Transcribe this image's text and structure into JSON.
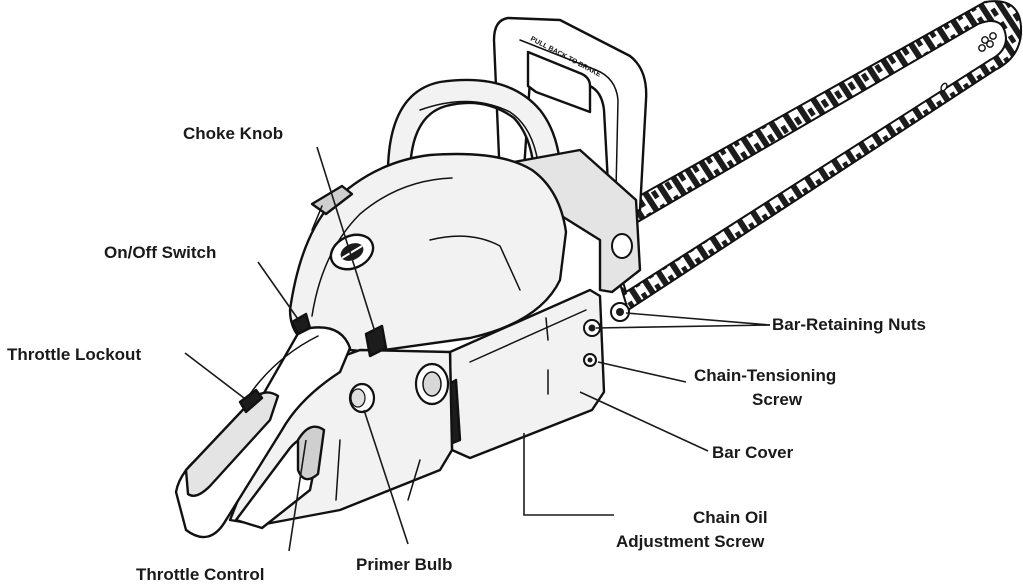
{
  "labels": {
    "choke_knob": "Choke Knob",
    "on_off_switch": "On/Off Switch",
    "throttle_lockout": "Throttle Lockout",
    "throttle_control": "Throttle Control",
    "primer_bulb": "Primer Bulb",
    "bar_retaining_nuts": "Bar-Retaining Nuts",
    "chain_tensioning_line1": "Chain-Tensioning",
    "chain_tensioning_line2": "Screw",
    "bar_cover": "Bar Cover",
    "chain_oil_line1": "Chain Oil",
    "chain_oil_line2": "Adjustment Screw"
  },
  "handle_text": "PULL BACK TO BRAKE",
  "colors": {
    "ink": "#1a1a1a",
    "paper": "#ffffff"
  }
}
